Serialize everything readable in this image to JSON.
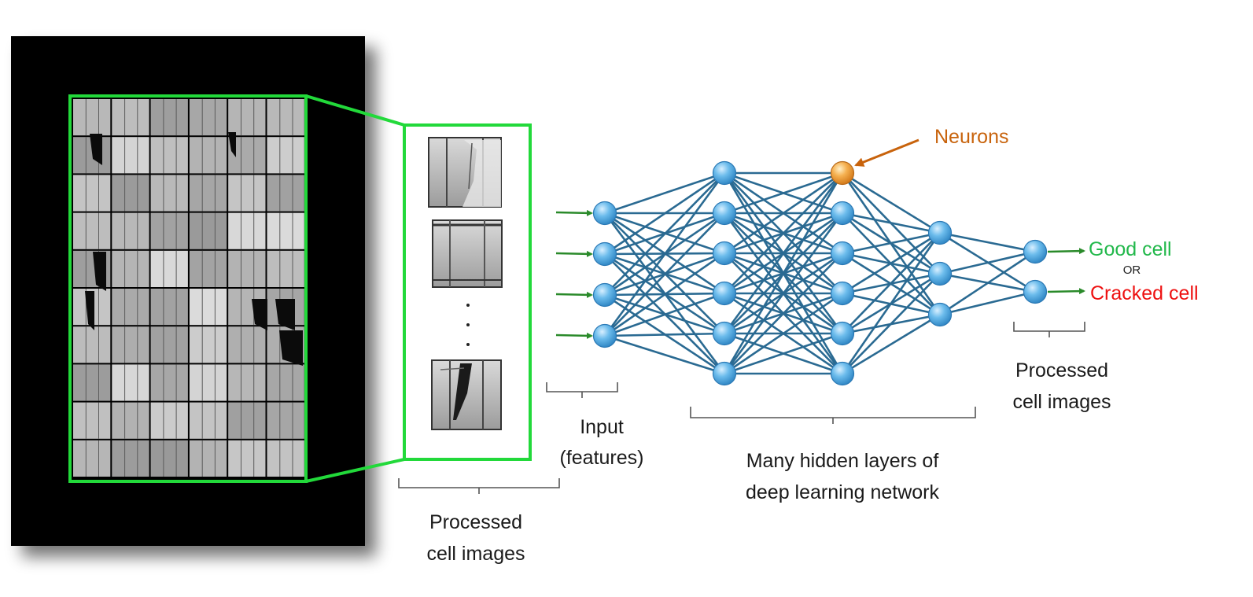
{
  "labels": {
    "neurons": "Neurons",
    "good_cell": "Good cell",
    "or": "OR",
    "cracked_cell": "Cracked cell",
    "processed_left_1": "Processed",
    "processed_left_2": "cell images",
    "input_1": "Input",
    "input_2": "(features)",
    "hidden_1": "Many hidden layers of",
    "hidden_2": "deep learning network",
    "processed_right_1": "Processed",
    "processed_right_2": "cell images"
  },
  "network": {
    "layer_sizes": [
      4,
      6,
      6,
      3,
      2
    ],
    "highlighted_neuron": {
      "layer": 2,
      "index": 0
    }
  },
  "colors": {
    "highlight_green": "#22d93a",
    "neuron_fill": "#5fb2e8",
    "neuron_highlight": "#f0a040",
    "edge": "#2a6a92",
    "arrow_in": "#2a8a2a",
    "neurons_text": "#c8630c",
    "good_text": "#22b84b",
    "cracked_text": "#ee1111"
  },
  "icons": {
    "panel": "solar-panel-el-image",
    "cell_thumbnails": "solar-cell-thumbnail",
    "ellipsis": "vertical-dots"
  }
}
